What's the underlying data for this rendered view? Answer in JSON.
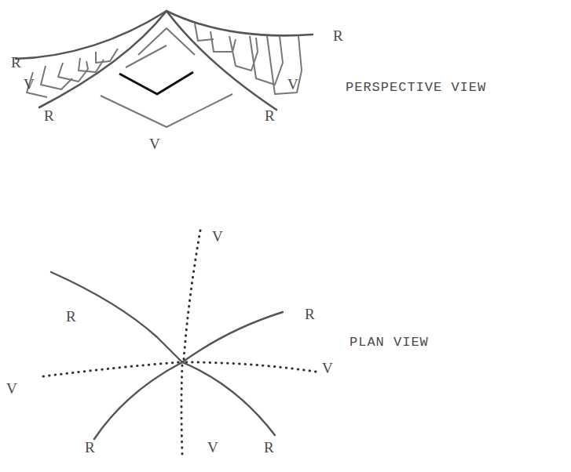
{
  "diagram": {
    "labels": [
      "R",
      "R",
      "V",
      "V",
      "R",
      "R",
      "V",
      "PERSPECTIVE VIEW",
      "V",
      "R",
      "R",
      "PLAN VIEW",
      "V",
      "V",
      "R",
      "V",
      "R"
    ]
  }
}
